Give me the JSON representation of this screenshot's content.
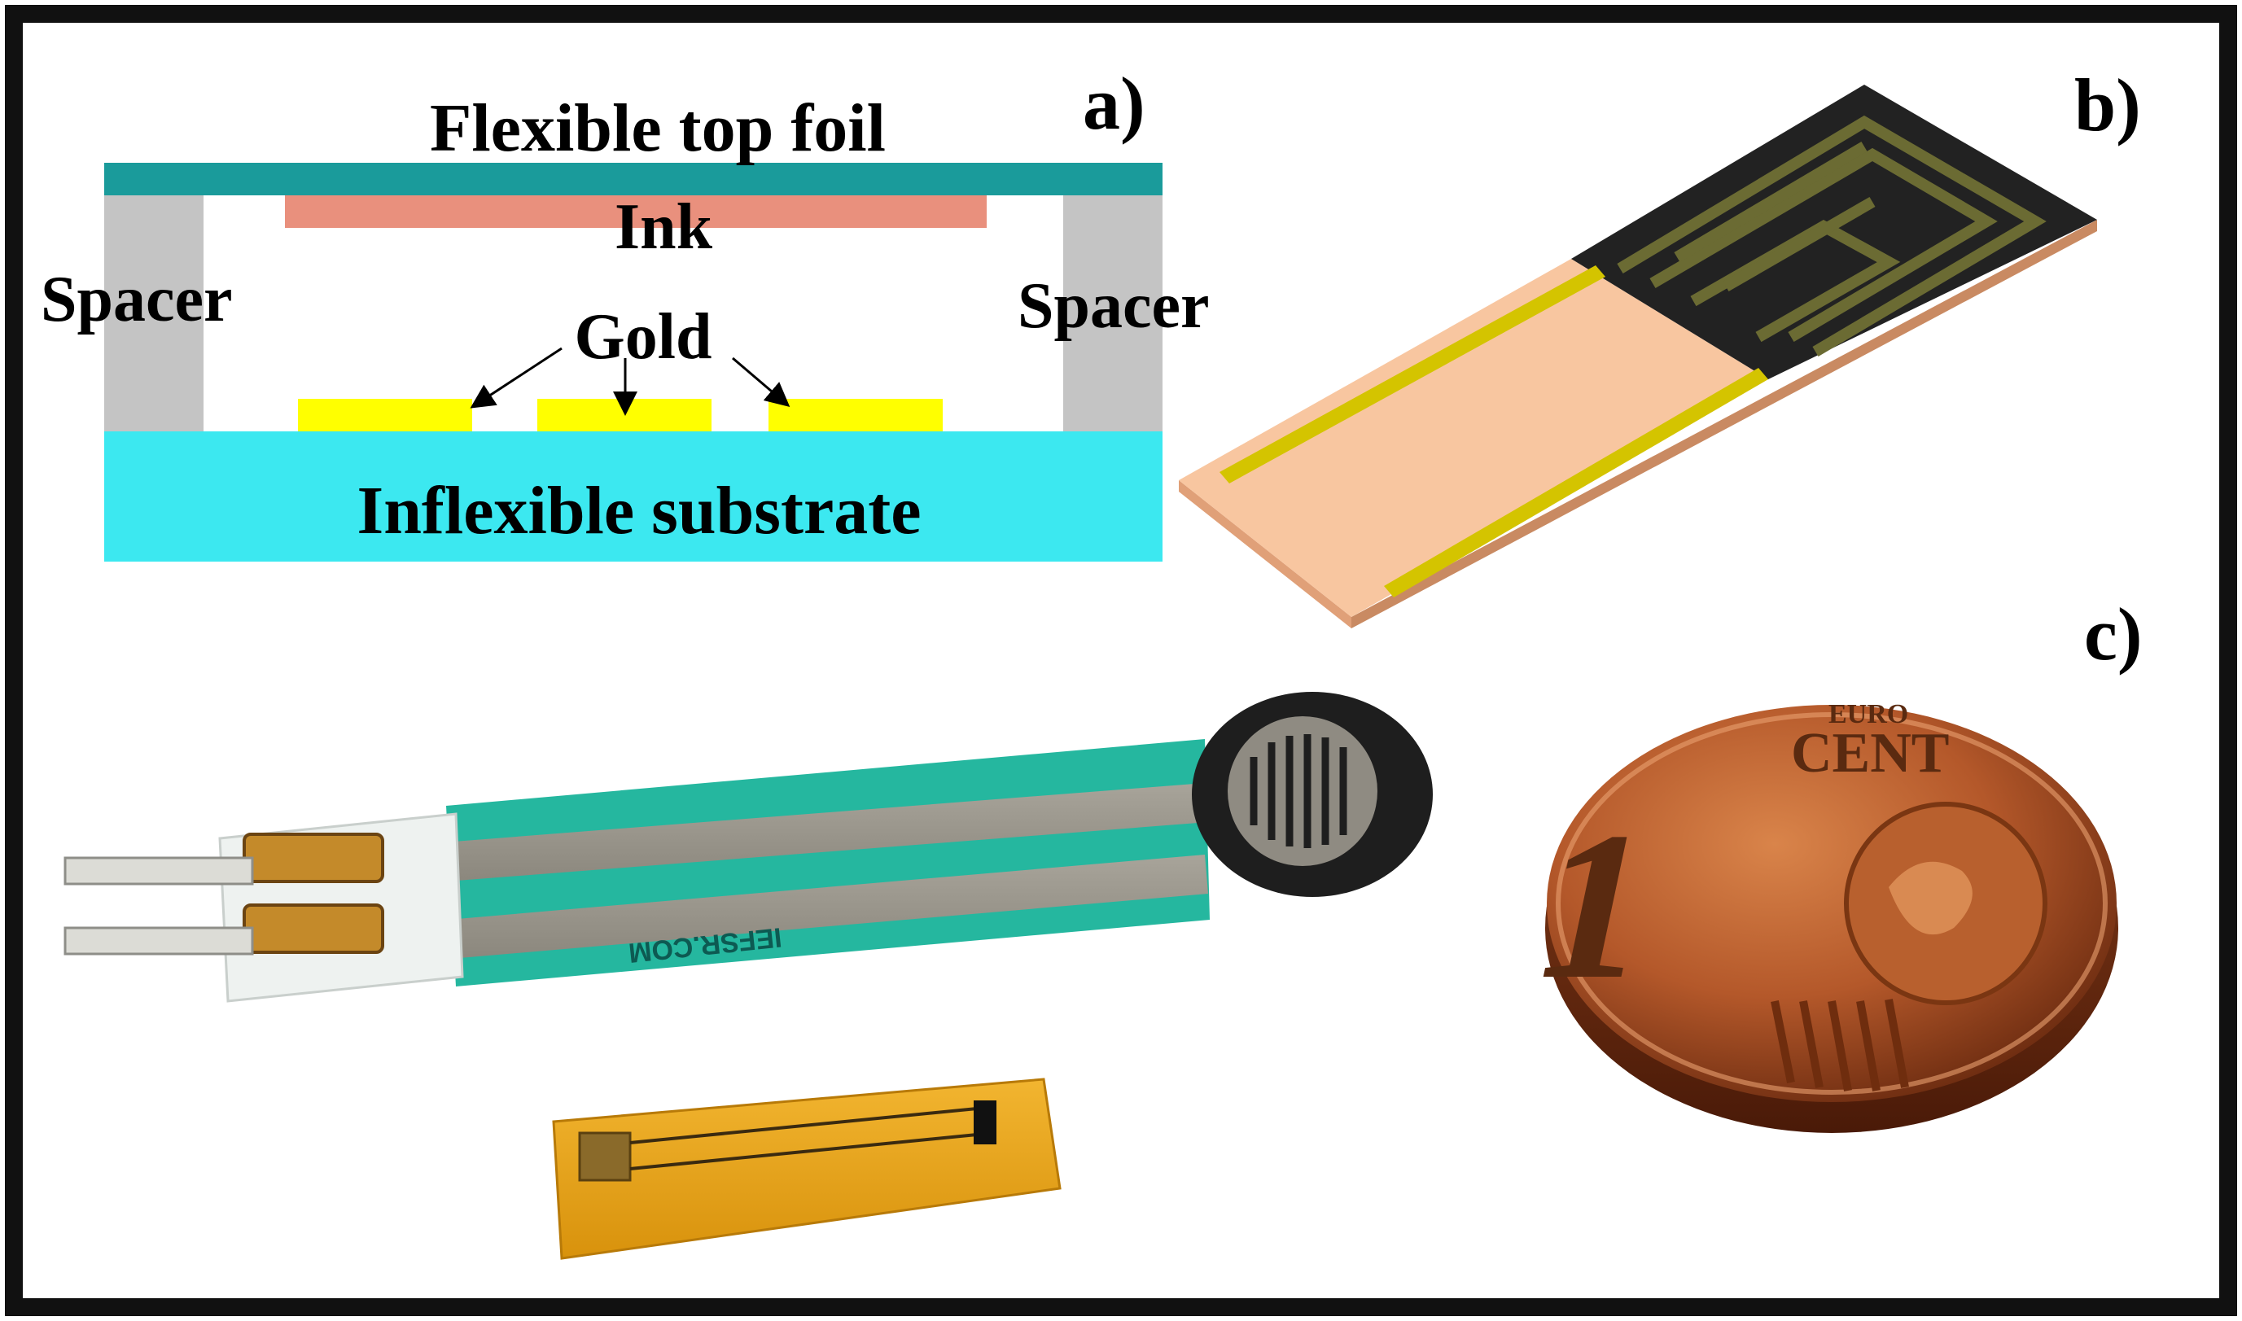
{
  "panel_a": {
    "label": "a)",
    "top_foil": "Flexible top foil",
    "ink": "Ink",
    "spacer_left": "Spacer",
    "spacer_right": "Spacer",
    "gold": "Gold",
    "substrate": "Inflexible substrate"
  },
  "panel_b": {
    "label": "b)"
  },
  "panel_c": {
    "label": "c)",
    "coin_text_top": "EURO",
    "coin_text_cent": "CENT",
    "coin_numeral": "1",
    "fsr_brand": "IEFSR.COM"
  },
  "colors": {
    "top_foil": "#1a9b9b",
    "ink": "#e9907d",
    "spacer": "#c4c4c4",
    "gold": "#ffff00",
    "substrate": "#3ce8f0",
    "sensor_base": "#f8c6a0",
    "sensor_electrode": "#222222",
    "frame": "#111111"
  }
}
